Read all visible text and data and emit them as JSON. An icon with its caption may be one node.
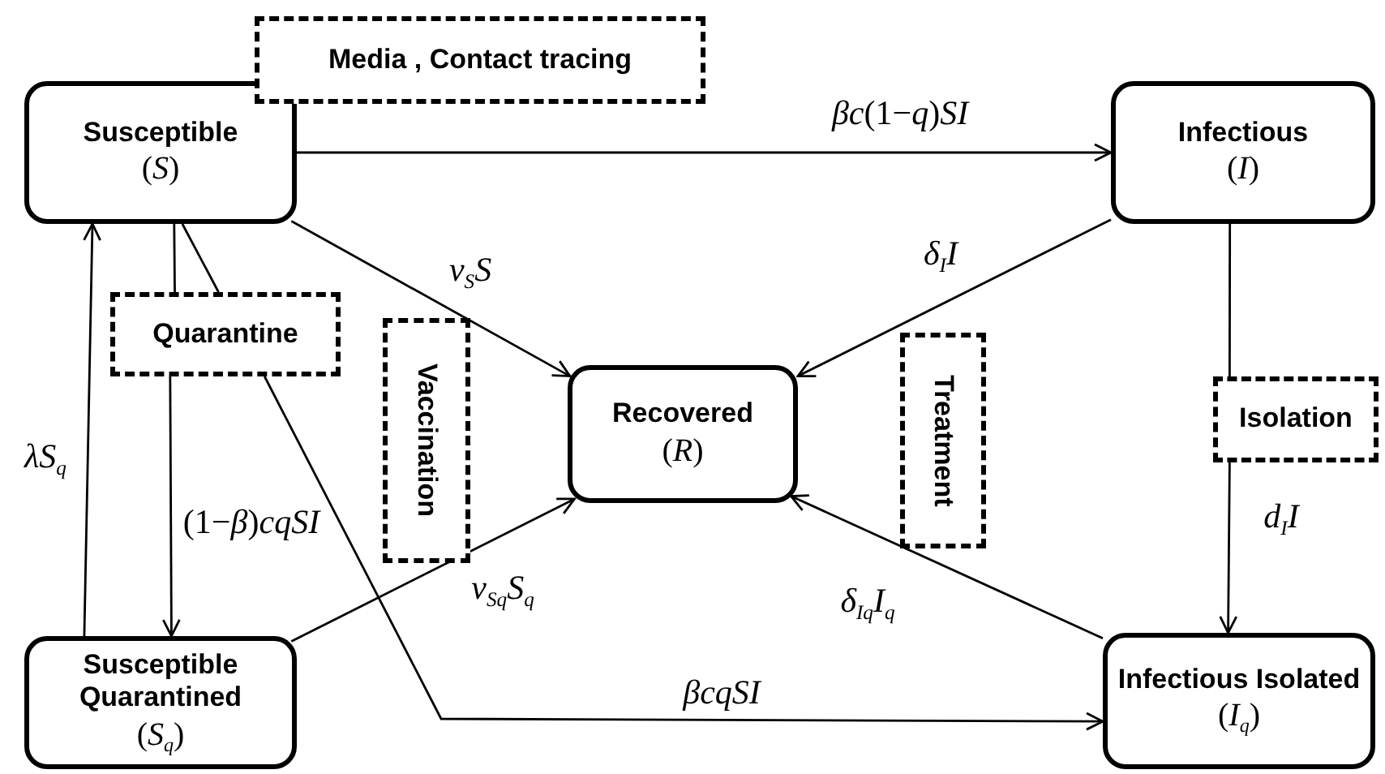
{
  "diagram": {
    "nodes": [
      {
        "text": [
          "Susceptible",
          "(*S*)"
        ]
      },
      {
        "text": [
          "Media , Contact tracing"
        ]
      },
      {
        "text": [
          "Infectious",
          "(*I*)"
        ]
      },
      {
        "text": [
          "Quarantine"
        ]
      },
      {
        "text": [
          "Vaccination"
        ]
      },
      {
        "text": [
          "Recovered",
          "(*R*)"
        ]
      },
      {
        "text": [
          "Treatment"
        ]
      },
      {
        "text": [
          "Isolation"
        ]
      },
      {
        "text": [
          "Susceptible Quarantined",
          "(*S*$_{q}$)"
        ]
      },
      {
        "text": [
          "Infectious Isolated",
          "(*I*$_{q}$)"
        ]
      }
    ],
    "edges": [
      {
        "from": 0,
        "to": 2,
        "arrow": "to",
        "label": "*βc*(1−*q*)*SI*"
      },
      {
        "from": 0,
        "to": 5,
        "arrow": "to",
        "label": "*ν*$_{S}$*S*"
      },
      {
        "from": 2,
        "to": 5,
        "arrow": "to",
        "label": "*δ*$_{I}$*I*"
      },
      {
        "from": 0,
        "to": 3,
        "arrow": "none"
      },
      {
        "from": 0,
        "to": 3,
        "arrow": "none"
      },
      {
        "from": 3,
        "to": 8,
        "arrow": "to",
        "label": "(1−*β*)*cqSI*"
      },
      {
        "from": 3,
        "to": 9,
        "arrow": "to",
        "label": "*βcqSI*"
      },
      {
        "from": 8,
        "to": 0,
        "arrow": "to",
        "label": "*λS*$_{q}$"
      },
      {
        "from": 8,
        "to": 5,
        "arrow": "to",
        "label": "*ν*$_{Sq}$*S*$_{q}$"
      },
      {
        "from": 2,
        "to": 7,
        "arrow": "none"
      },
      {
        "from": 7,
        "to": 9,
        "arrow": "to",
        "label": "*d*$_{I}$*I*"
      },
      {
        "from": 9,
        "to": 5,
        "arrow": "to",
        "label": "*δ*$_{Iq}$*I*$_{q}$"
      }
    ]
  }
}
